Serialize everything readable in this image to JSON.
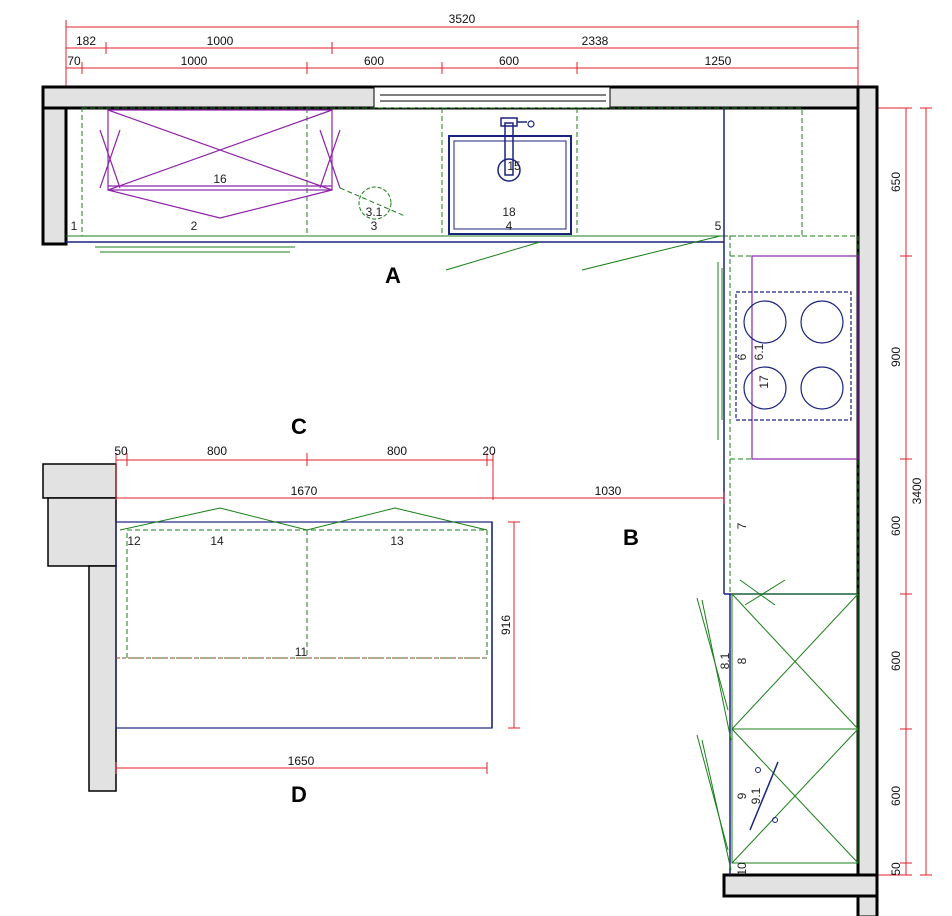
{
  "dimensions": {
    "total_width": "3520",
    "top_row2": [
      "182",
      "1000",
      "2338"
    ],
    "top_row3": [
      "70",
      "1000",
      "600",
      "600",
      "1250"
    ],
    "right_column": [
      "650",
      "900",
      "600",
      "600",
      "600",
      "50"
    ],
    "right_total": "3400",
    "island_top": [
      "50",
      "800",
      "800",
      "20"
    ],
    "island_span": "1670",
    "gap_span": "1030",
    "island_depth": "916",
    "island_bottom": "1650"
  },
  "zones": [
    "A",
    "B",
    "C",
    "D"
  ],
  "labels": {
    "l1": "1",
    "l2": "2",
    "l3": "3",
    "l3_1": "3.1",
    "l4": "4",
    "l5": "5",
    "l6": "6",
    "l6_1": "6.1",
    "l7": "7",
    "l8": "8",
    "l8_1": "8.1",
    "l9": "9",
    "l9_1": "9.1",
    "l10": "10",
    "l11": "11",
    "l12": "12",
    "l13": "13",
    "l14": "14",
    "l15": "15",
    "l16": "16",
    "l17": "17",
    "l18": "18"
  }
}
